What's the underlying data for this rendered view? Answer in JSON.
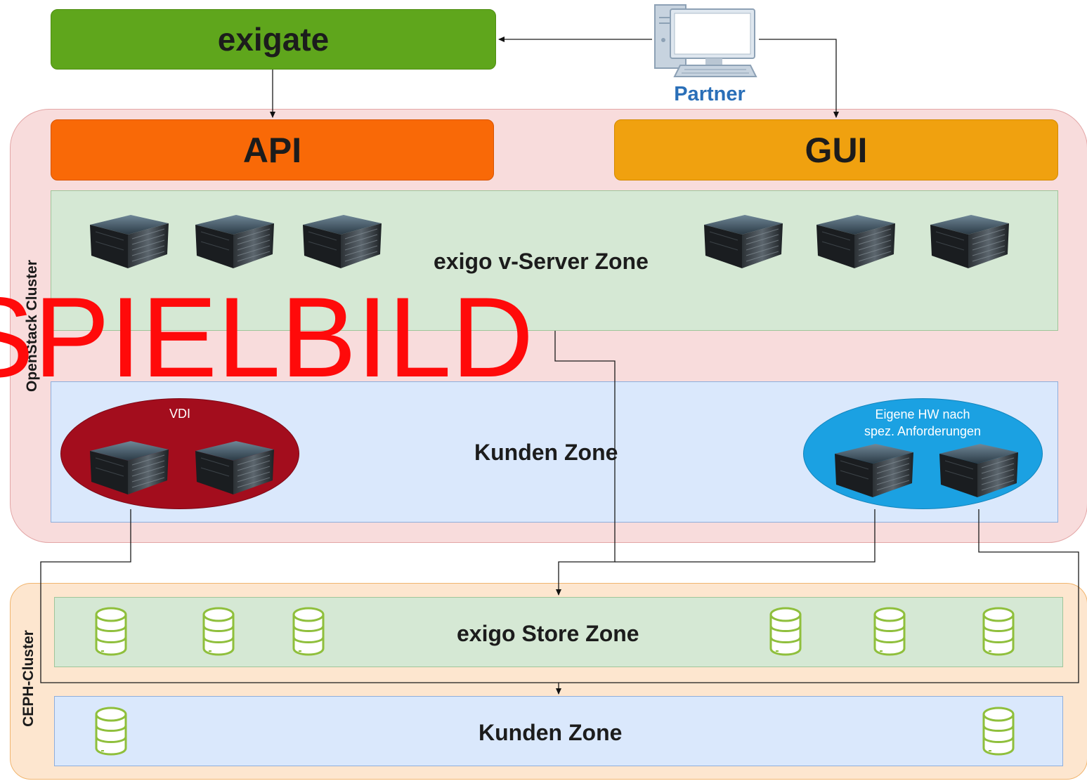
{
  "clusters": {
    "openstack": "OpenStack Cluster",
    "ceph": "CEPH-Cluster"
  },
  "gateway": "exigate",
  "partner": "Partner",
  "api": "API",
  "gui": "GUI",
  "zones": {
    "vserver": "exigo v-Server Zone",
    "kunden_openstack": "Kunden Zone",
    "store": "exigo Store Zone",
    "kunden_ceph": "Kunden Zone"
  },
  "groups": {
    "vdi": "VDI",
    "eigene_hw_line1": "Eigene HW nach",
    "eigene_hw_line2": "spez. Anforderungen"
  },
  "watermark": "SPIELBILD",
  "icons": {
    "server": "server-icon",
    "database": "database-icon",
    "computer": "desktop-computer-icon"
  },
  "colors": {
    "gateway": "#5fa61c",
    "api": "#f96907",
    "gui": "#f0a10f",
    "openstack_bg": "#f8dcdc",
    "ceph_bg": "#fde6cf",
    "zone_green": "#d5e8d4",
    "zone_blue": "#dae8fc",
    "vdi": "#a30d1d",
    "eigene_hw": "#1ba1e2",
    "partner_text": "#2a6fb8",
    "watermark": "#ff0a0a"
  }
}
